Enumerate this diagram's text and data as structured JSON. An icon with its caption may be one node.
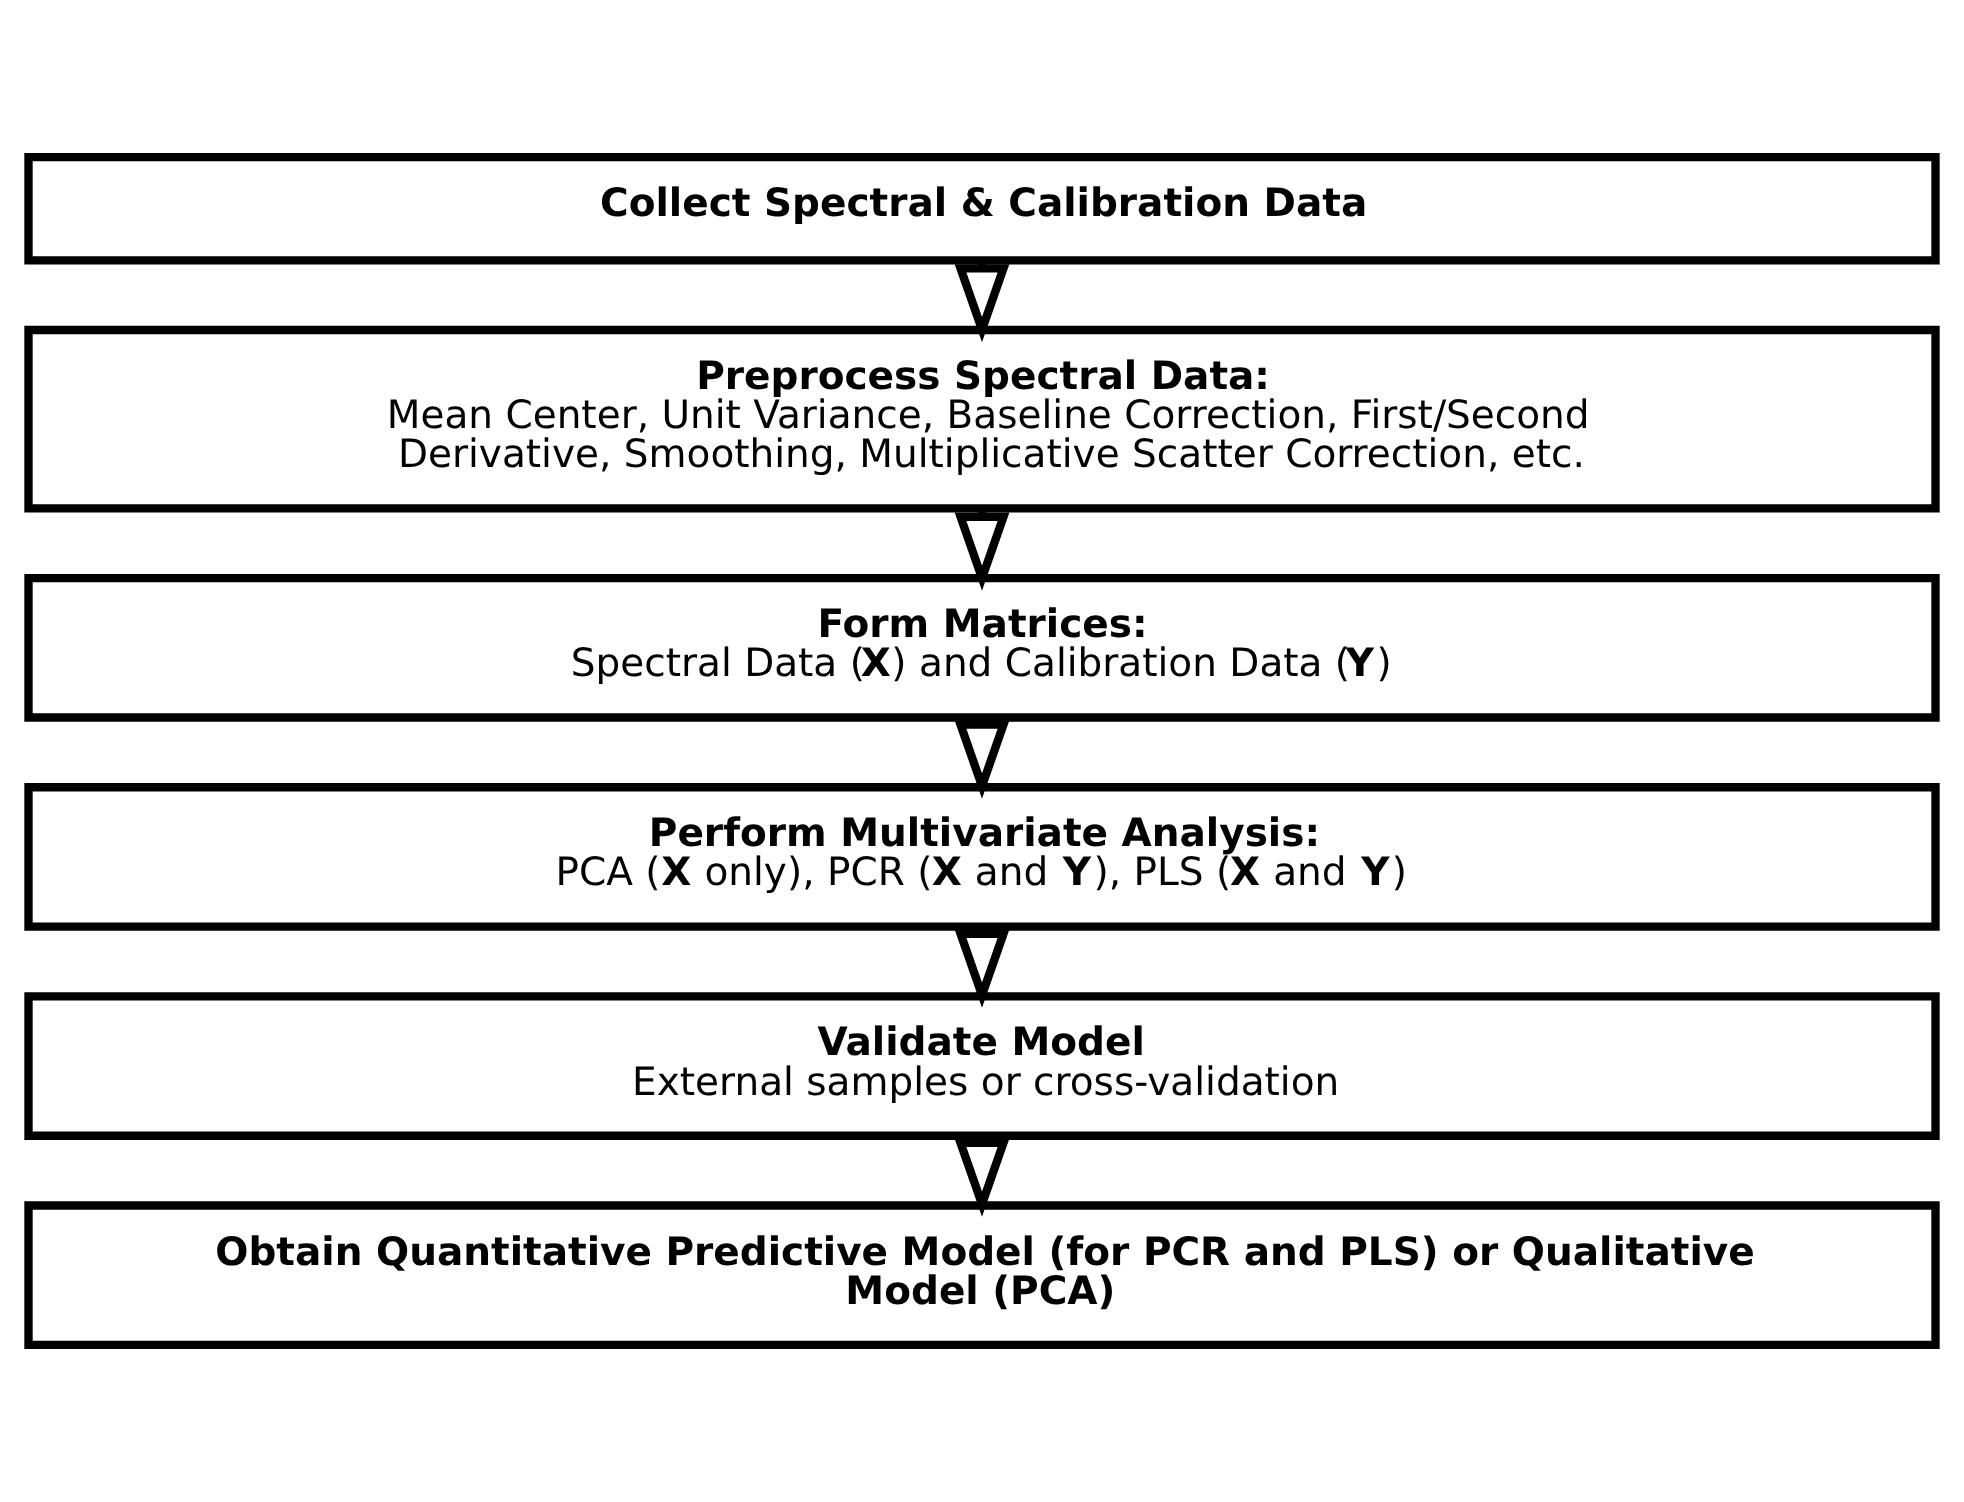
{
  "diagram": {
    "nodes": [
      {
        "text": [
          "Collect Spectral & Calibration Data"
        ]
      },
      {
        "text": [
          "Preprocess Spectral Data:",
          "Mean Center, Unit Variance, Baseline Correction, First/Second Derivative, Smoothing, Multiplicative Scatter Correction, etc."
        ]
      },
      {
        "text": [
          "Form Matrices:",
          "Spectral Data (**X**) and Calibration Data (**Y**)"
        ]
      },
      {
        "text": [
          "Perform Multivariate Analysis:",
          "PCA (**X** only), PCR (**X** and **Y**), PLS (**X** and **Y**)"
        ]
      },
      {
        "text": [
          "Validate Model",
          "External samples or cross-validation"
        ]
      },
      {
        "text": [
          "Obtain Quantitative Predictive Model (for PCR and PLS) or Qualitative Model (PCA)"
        ]
      }
    ],
    "edges": [
      {
        "from": 0,
        "to": 1,
        "arrow": "to"
      },
      {
        "from": 1,
        "to": 2,
        "arrow": "to"
      },
      {
        "from": 2,
        "to": 3,
        "arrow": "to"
      },
      {
        "from": 3,
        "to": 4,
        "arrow": "to"
      },
      {
        "from": 4,
        "to": 5,
        "arrow": "to"
      }
    ]
  }
}
